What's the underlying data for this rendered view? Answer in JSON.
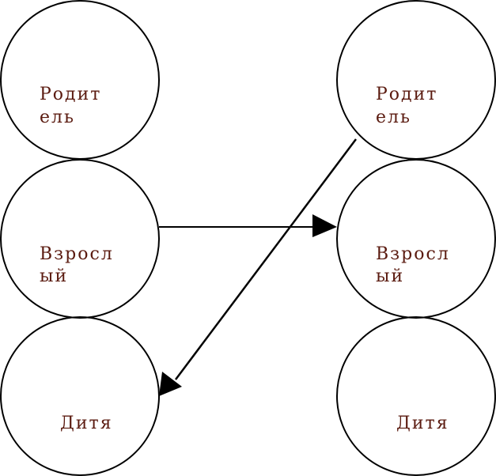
{
  "colors": {
    "label": "#5a1a0f",
    "stroke": "#000000",
    "background": "#ffffff"
  },
  "left": {
    "parent": {
      "line1": "Родит",
      "line2": "ель"
    },
    "adult": {
      "line1": "Взросл",
      "line2": "ый"
    },
    "child": {
      "line1": "Дитя"
    }
  },
  "right": {
    "parent": {
      "line1": "Родит",
      "line2": "ель"
    },
    "adult": {
      "line1": "Взросл",
      "line2": "ый"
    },
    "child": {
      "line1": "Дитя"
    }
  },
  "transactions": [
    {
      "from": "left.adult",
      "to": "right.adult"
    },
    {
      "from": "right.parent",
      "to": "left.child"
    }
  ]
}
